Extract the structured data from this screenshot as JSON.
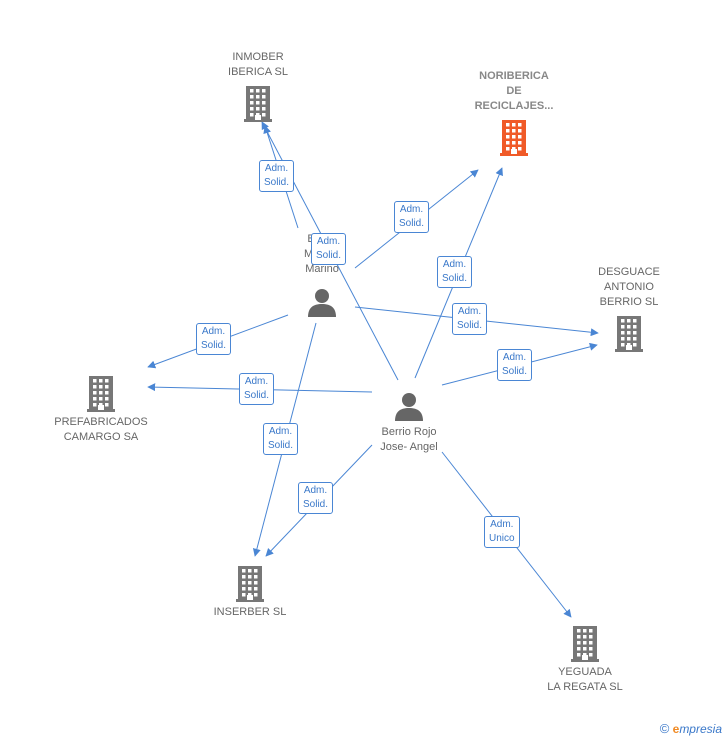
{
  "colors": {
    "edge": "#4a86d4",
    "company": "#777777",
    "highlight": "#f05a28",
    "person": "#666666",
    "label_border": "#4a86d4"
  },
  "nodes": [
    {
      "id": "inmober",
      "type": "company",
      "label": "INMOBER\nIBERICA  SL",
      "icon": "building-icon"
    },
    {
      "id": "noriberica",
      "type": "company",
      "highlight": true,
      "label": "NORIBERICA\nDE\nRECICLAJES...",
      "icon": "building-icon"
    },
    {
      "id": "desguace",
      "type": "company",
      "label": "DESGUACE\nANTONIO\nBERRIO  SL",
      "icon": "building-icon"
    },
    {
      "id": "prefabricados",
      "type": "company",
      "label": "PREFABRICADOS\nCAMARGO SA",
      "icon": "building-icon"
    },
    {
      "id": "inserber",
      "type": "company",
      "label": "INSERBER  SL",
      "icon": "building-icon"
    },
    {
      "id": "yeguada",
      "type": "company",
      "label": "YEGUADA\nLA REGATA  SL",
      "icon": "building-icon"
    },
    {
      "id": "berrio_marino",
      "type": "person",
      "label": "Berrio\nMarcos\nMarino",
      "icon": "person-icon"
    },
    {
      "id": "berrio_rojo",
      "type": "person",
      "label": "Berrio Rojo\nJose- Angel",
      "icon": "person-icon"
    }
  ],
  "edges": [
    {
      "from": "berrio_marino",
      "to": "inmober",
      "label": "Adm.\nSolid."
    },
    {
      "from": "berrio_marino",
      "to": "noriberica",
      "label": "Adm.\nSolid."
    },
    {
      "from": "berrio_marino",
      "to": "desguace",
      "label": "Adm.\nSolid."
    },
    {
      "from": "berrio_marino",
      "to": "prefabricados",
      "label": "Adm.\nSolid."
    },
    {
      "from": "berrio_marino",
      "to": "inserber",
      "label": "Adm.\nSolid."
    },
    {
      "from": "berrio_rojo",
      "to": "inmober",
      "label": "Adm.\nSolid."
    },
    {
      "from": "berrio_rojo",
      "to": "noriberica",
      "label": "Adm.\nSolid."
    },
    {
      "from": "berrio_rojo",
      "to": "desguace",
      "label": "Adm.\nSolid."
    },
    {
      "from": "berrio_rojo",
      "to": "prefabricados",
      "label": "Adm.\nSolid."
    },
    {
      "from": "berrio_rojo",
      "to": "inserber",
      "label": "Adm.\nSolid."
    },
    {
      "from": "berrio_rojo",
      "to": "yeguada",
      "label": "Adm.\nUnico"
    }
  ],
  "footer": {
    "copyright": "©",
    "brand": "mpresia",
    "brand_initial": "e"
  }
}
